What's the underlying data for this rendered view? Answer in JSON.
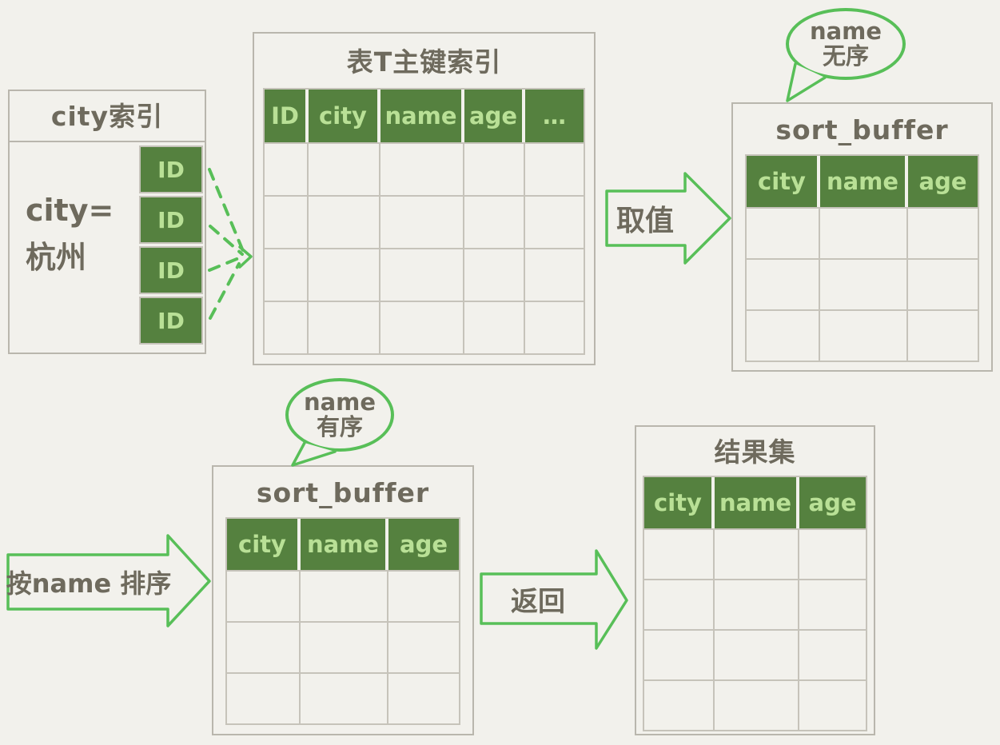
{
  "colors": {
    "bg": "#f2f1ec",
    "table_border": "#b9b6ad",
    "cell_border": "#c6c3ba",
    "header_fill": "#55813f",
    "header_text": "#b9e096",
    "accent": "#58bf58",
    "ink": "#6e6a5d"
  },
  "tables": {
    "city_index": {
      "title": "city索引",
      "filter_line1": "city=",
      "filter_line2": "杭州",
      "id_cells": [
        "ID",
        "ID",
        "ID",
        "ID"
      ]
    },
    "primary_key": {
      "title": "表T主键索引",
      "columns": [
        "ID",
        "city",
        "name",
        "age",
        "…"
      ],
      "empty_rows": 4
    },
    "sort_buffer_top": {
      "title": "sort_buffer",
      "columns": [
        "city",
        "name",
        "age"
      ],
      "empty_rows": 3
    },
    "sort_buffer_bottom": {
      "title": "sort_buffer",
      "columns": [
        "city",
        "name",
        "age"
      ],
      "empty_rows": 3
    },
    "result_set": {
      "title": "结果集",
      "columns": [
        "city",
        "name",
        "age"
      ],
      "empty_rows": 4
    }
  },
  "bubbles": {
    "top": {
      "line1": "name",
      "line2": "无序"
    },
    "bottom": {
      "line1": "name",
      "line2": "有序"
    }
  },
  "arrows": {
    "fetch": {
      "label": "取值"
    },
    "sort": {
      "label": "按name 排序"
    },
    "return": {
      "label": "返回"
    }
  }
}
